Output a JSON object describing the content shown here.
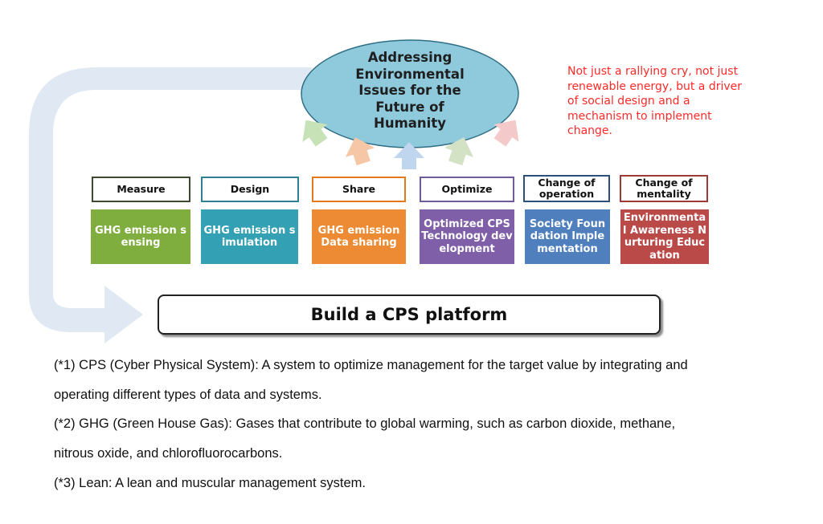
{
  "goal": {
    "text": "Addressing\nEnvironmental\nIssues for the\nFuture of\nHumanity",
    "color": "#8ec9dc"
  },
  "note": "Not just a rallying cry, not just renewable energy, but a driver of social design and a mechanism to implement change.",
  "phases": [
    {
      "head": "Measure",
      "body": "GHG emission sensing",
      "color": "#7fae3f",
      "border": "#3b4a2e"
    },
    {
      "head": "Design",
      "body": "GHG emission simulation",
      "color": "#34a0b4",
      "border": "#2f7f92"
    },
    {
      "head": "Share",
      "body": "GHG emission Data sharing",
      "color": "#ec8b34",
      "border": "#e07a1c"
    },
    {
      "head": "Optimize",
      "body": "Optimized CPS Technology development",
      "color": "#7f5fa8",
      "border": "#6f5a9a"
    },
    {
      "head": "Change of operation",
      "body": "Society Foundation Implementation",
      "color": "#4f7fbd",
      "border": "#2c4f7c"
    },
    {
      "head": "Change of mentality",
      "body": "Environmental Awareness Nurturing Education",
      "color": "#b94a48",
      "border": "#9c3a36"
    }
  ],
  "platform": "Build a CPS platform",
  "footnotes": [
    "(*1) CPS (Cyber Physical System): A system to optimize management for the target value by integrating and",
    "operating different types of data and systems.",
    "(*2) GHG (Green House Gas): Gases that contribute to global warming, such as carbon dioxide, methane,",
    "nitrous oxide, and chlorofluorocarbons.",
    "(*3) Lean: A lean and muscular management system."
  ],
  "arrow_colors": [
    "#c7e2b6",
    "#f6c7a6",
    "#bfd6ee",
    "#d3e1c4",
    "#f4c9c9"
  ],
  "loop_arrow_color": "#dfe8f3"
}
